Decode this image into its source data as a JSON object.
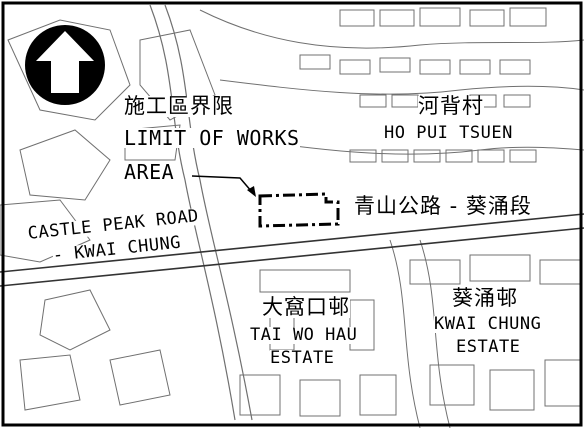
{
  "north_arrow": {
    "icon": "north-arrow-icon"
  },
  "work_limit": {
    "label_zh": "施工區界限",
    "label_en_1": "LIMIT OF WORKS",
    "label_en_2": "AREA"
  },
  "places": {
    "ho_pui_tsuen": {
      "zh": "河背村",
      "en": "HO PUI TSUEN"
    },
    "tai_wo_hau": {
      "zh": "大窩口邨",
      "en_1": "TAI WO HAU",
      "en_2": "ESTATE"
    },
    "kwai_chung_estate": {
      "zh": "葵涌邨",
      "en_1": "KWAI CHUNG",
      "en_2": "ESTATE"
    }
  },
  "roads": {
    "castle_peak": {
      "zh": "青山公路 - 葵涌段",
      "en_1": "CASTLE PEAK ROAD",
      "en_2": "- KWAI CHUNG"
    }
  },
  "colors": {
    "ink": "#000000",
    "linework": "#6e6e6e",
    "paper": "#ffffff"
  }
}
